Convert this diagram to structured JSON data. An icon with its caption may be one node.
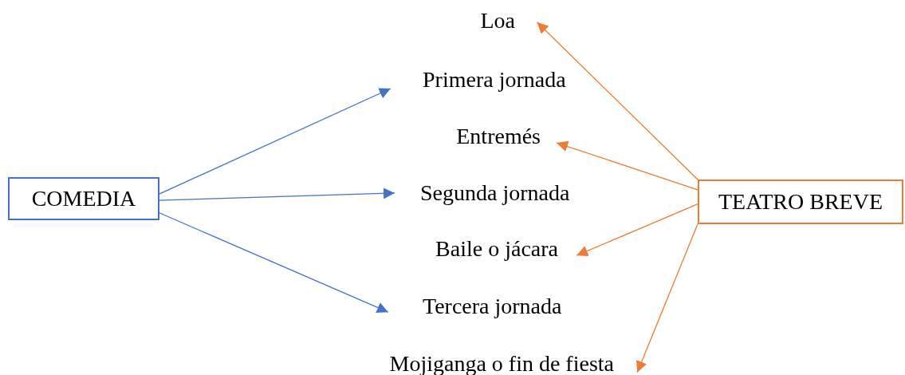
{
  "diagram": {
    "nodes": [
      {
        "text": [
          "Loa"
        ]
      },
      {
        "text": [
          "Primera jornada"
        ]
      },
      {
        "text": [
          "Entremés"
        ]
      },
      {
        "text": [
          "COMEDIA"
        ]
      },
      {
        "text": [
          "Segunda jornada"
        ]
      },
      {
        "text": [
          "TEATRO BREVE"
        ]
      },
      {
        "text": [
          "Baile o jácara"
        ]
      },
      {
        "text": [
          "Tercera jornada"
        ]
      },
      {
        "text": [
          "Mojiganga o fin de fiesta"
        ]
      }
    ],
    "edges": [
      {
        "from": 3,
        "to": 1,
        "arrow": "to",
        "color": "#4472c4"
      },
      {
        "from": 3,
        "to": 4,
        "arrow": "to",
        "color": "#4472c4"
      },
      {
        "from": 3,
        "to": 7,
        "arrow": "to",
        "color": "#4472c4"
      },
      {
        "from": 5,
        "to": 0,
        "arrow": "to",
        "color": "#ed7d31"
      },
      {
        "from": 5,
        "to": 2,
        "arrow": "to",
        "color": "#ed7d31"
      },
      {
        "from": 5,
        "to": 6,
        "arrow": "to",
        "color": "#ed7d31"
      },
      {
        "from": 5,
        "to": 8,
        "arrow": "to",
        "color": "#ed7d31"
      }
    ]
  }
}
